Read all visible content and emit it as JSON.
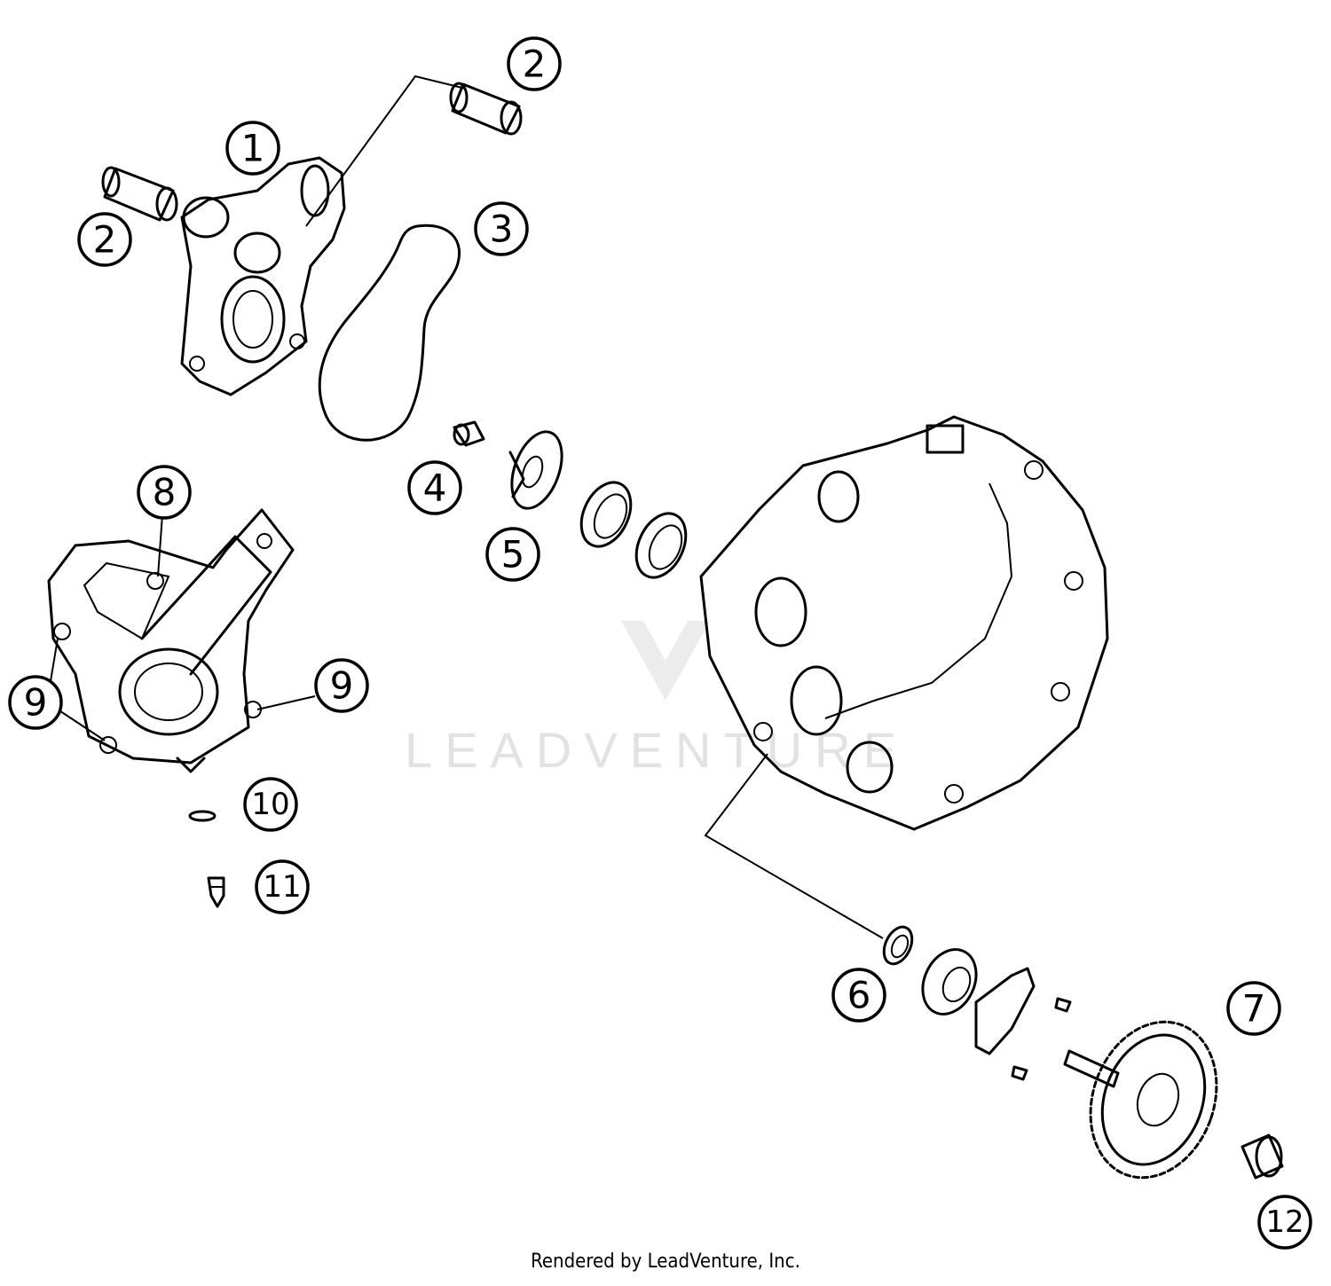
{
  "watermark": {
    "text": "LEADVENTURE"
  },
  "callouts": [
    "1",
    "2",
    "2",
    "3",
    "4",
    "5",
    "6",
    "7",
    "8",
    "9",
    "9",
    "10",
    "11",
    "12"
  ],
  "footer": {
    "text": "Rendered by LeadVenture, Inc."
  }
}
